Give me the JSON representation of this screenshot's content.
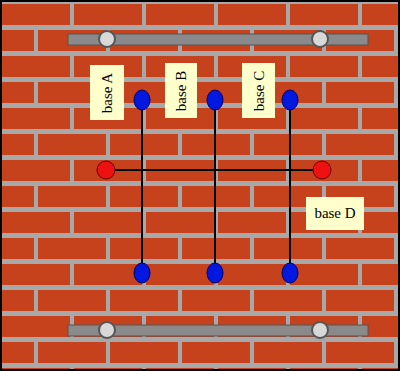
{
  "diagram": {
    "nodes": [
      {
        "text": [
          "base A"
        ]
      },
      {
        "text": [
          "base B"
        ]
      },
      {
        "text": [
          "base C"
        ]
      },
      {
        "text": [
          "base D"
        ]
      }
    ]
  }
}
